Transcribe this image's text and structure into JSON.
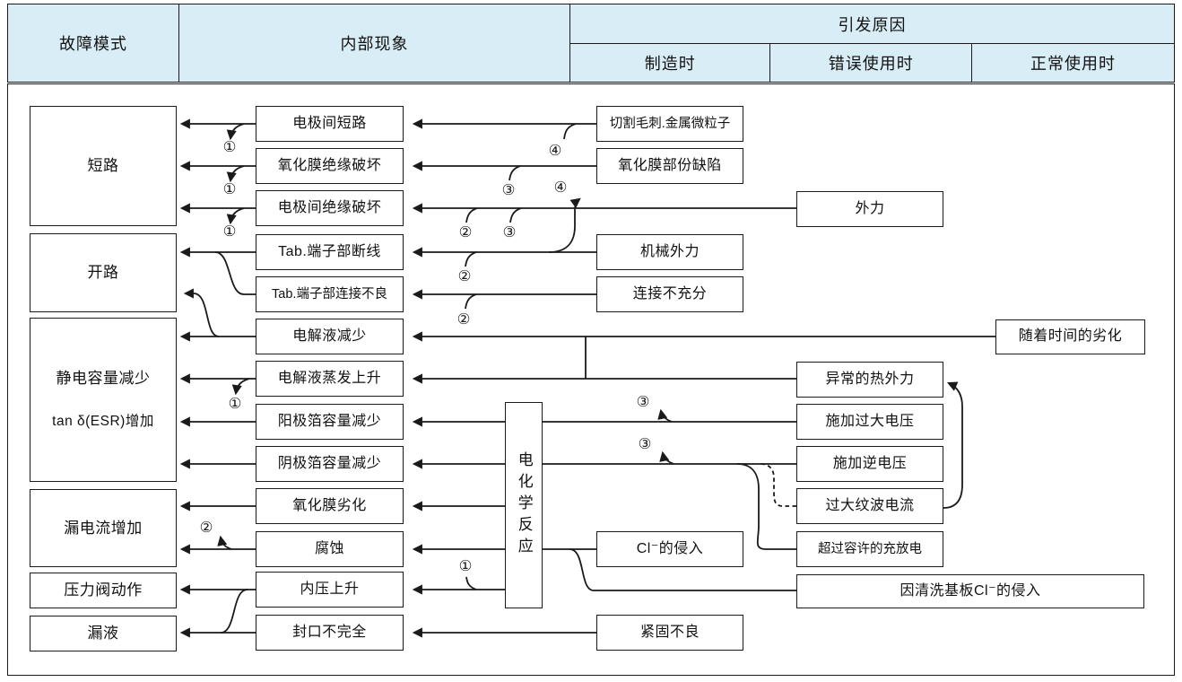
{
  "header": {
    "col_fault": "故障模式",
    "col_internal": "内部现象",
    "col_cause": "引发原因",
    "sub_manufacturing": "制造时",
    "sub_misuse": "错误使用时",
    "sub_normal": "正常使用时"
  },
  "fault_modes": [
    "短路",
    "开路",
    {
      "line1": "静电容量减少",
      "line2": "tan δ(ESR)增加"
    },
    "漏电流增加",
    "压力阀动作",
    "漏液"
  ],
  "internal_phenomena": [
    "电极间短路",
    "氧化膜绝缘破坏",
    "电极间绝缘破坏",
    "Tab.端子部断线",
    "Tab.端子部连接不良",
    "电解液减少",
    "电解液蒸发上升",
    "阳极箔容量减少",
    "阴极箔容量减少",
    "氧化膜劣化",
    "腐蚀",
    "内压上升",
    "封口不完全"
  ],
  "reaction_box_label": "电化学反应",
  "causes_manufacturing": [
    "切割毛刺.金属微粒子",
    "氧化膜部份缺陷",
    "机械外力",
    "连接不充分",
    "Cl⁻的侵入",
    "紧固不良"
  ],
  "causes_misuse": [
    "外力",
    "异常的热外力",
    "施加过大电压",
    "施加逆电压",
    "过大纹波电流",
    "超过容许的充放电",
    "因清洗基板Cl⁻的侵入"
  ],
  "causes_normal": [
    "随着时间的劣化"
  ],
  "markers": [
    "①",
    "①",
    "①",
    "①",
    "①",
    "②",
    "②",
    "②",
    "②",
    "③",
    "③",
    "③",
    "③",
    "④",
    "④"
  ],
  "colors": {
    "header_bg": "#d9edf6",
    "line": "#1a1a1a",
    "box_border": "#1a1a1a"
  }
}
